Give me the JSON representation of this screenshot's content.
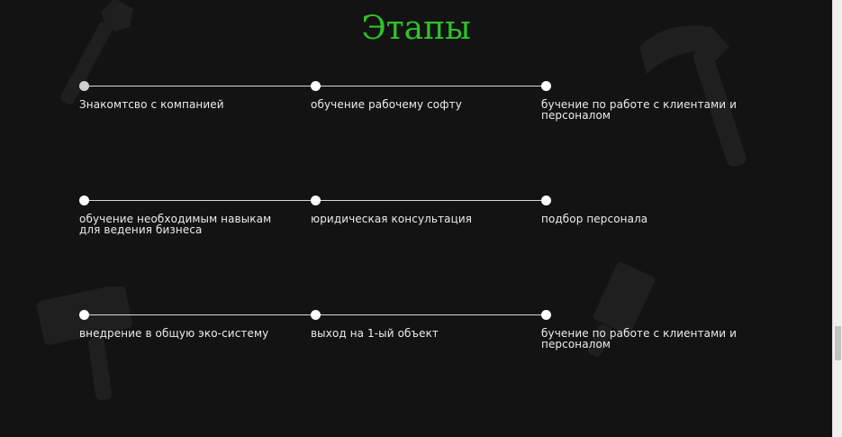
{
  "title": "Этапы",
  "colors": {
    "accent": "#2ec32a",
    "background": "#131313",
    "text": "#ececec",
    "dot": "#ffffff"
  },
  "steps": [
    [
      "Знакомтсво с компанией",
      "обучение рабочему софту",
      "бучение по работе с клиентами и персоналом"
    ],
    [
      "обучение необходимым навыкам для ведения бизнеса",
      "юридическая консультация",
      "подбор персонала"
    ],
    [
      "внедрение в общую эко-систему",
      "выход на 1-ый объект",
      "бучение по работе с клиентами и персоналом"
    ]
  ],
  "decorations": [
    "wrench-icon",
    "hammer-icon",
    "paint-roller-icon",
    "paint-brush-icon"
  ]
}
